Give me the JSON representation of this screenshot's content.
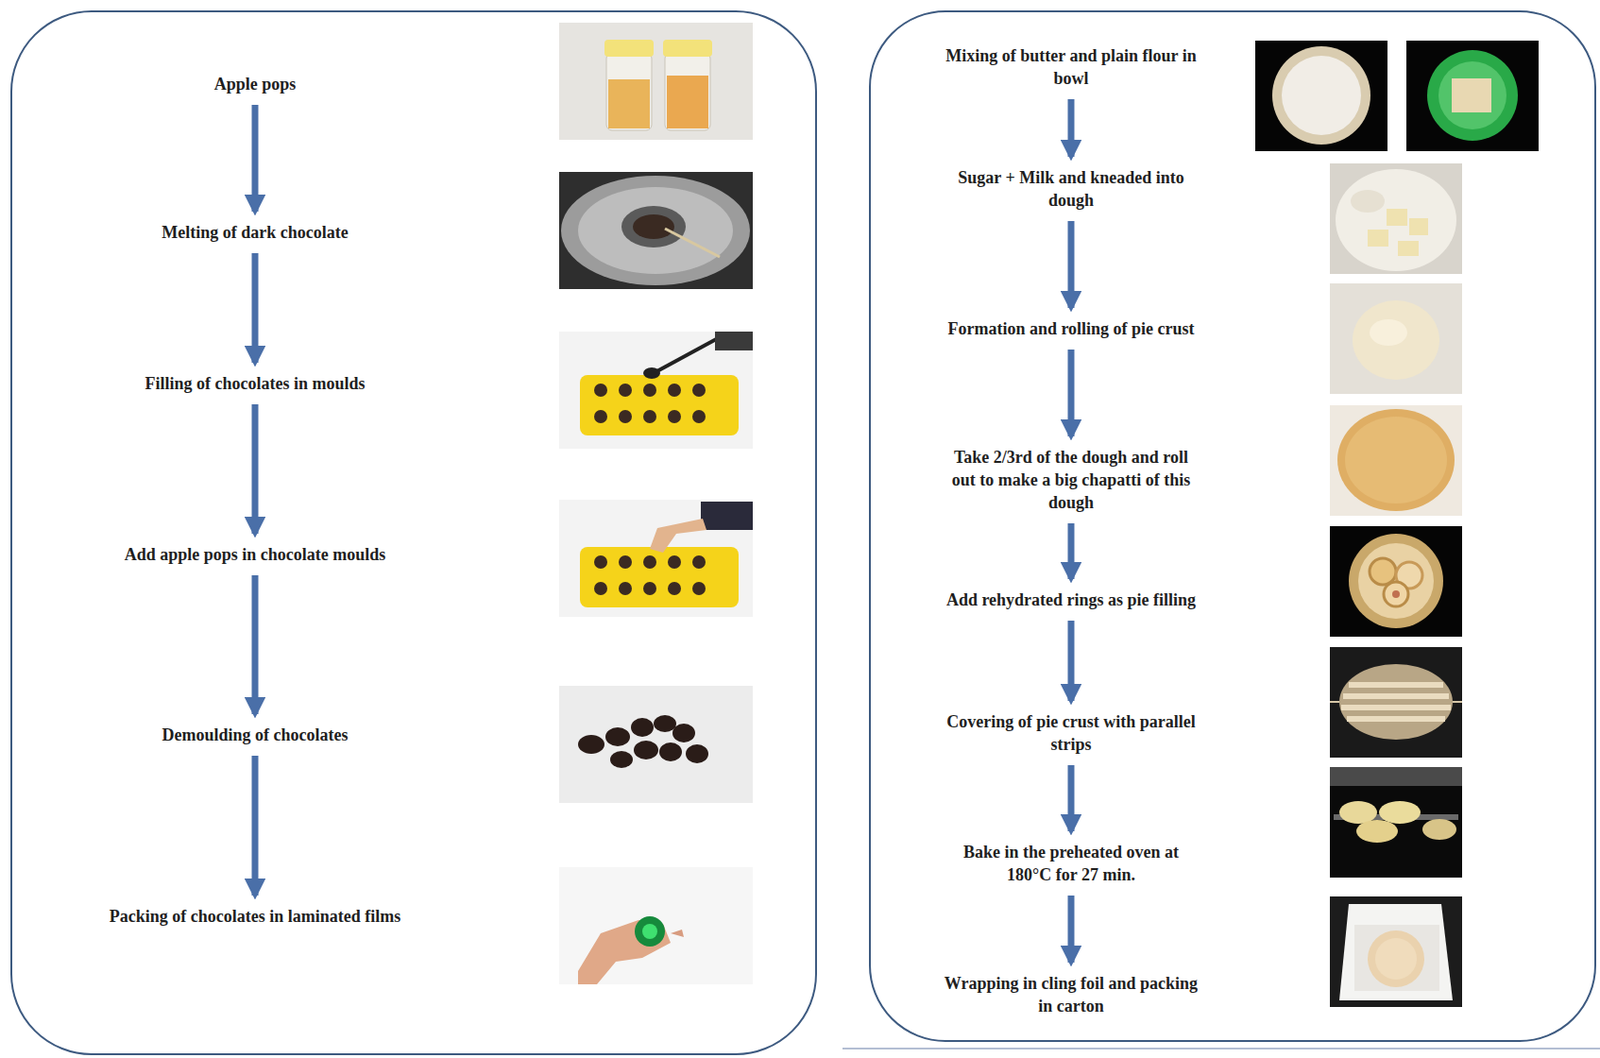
{
  "diagram": {
    "nodes": [
      {
        "text": [
          "Apple pops"
        ]
      },
      {
        "text": [
          "Melting of dark chocolate"
        ]
      },
      {
        "text": [
          "Filling of chocolates in moulds"
        ]
      },
      {
        "text": [
          "Add apple pops in chocolate moulds"
        ]
      },
      {
        "text": [
          "Demoulding of chocolates"
        ]
      },
      {
        "text": [
          "Packing of chocolates in laminated films"
        ]
      },
      {
        "text": [
          "Mixing of butter and plain flour in bowl"
        ]
      },
      {
        "text": [
          "Sugar + Milk and kneaded into dough"
        ]
      },
      {
        "text": [
          "Formation and rolling of pie crust"
        ]
      },
      {
        "text": [
          "Take 2/3rd of the dough and roll out to make a big chapatti of this dough"
        ]
      },
      {
        "text": [
          "Add rehydrated rings as pie filling"
        ]
      },
      {
        "text": [
          "Covering of pie crust with parallel strips"
        ]
      },
      {
        "text": [
          "Bake in the preheated oven at 180°C for 27 min."
        ]
      },
      {
        "text": [
          "Wrapping in cling foil and packing in carton"
        ]
      }
    ],
    "edges": [
      {
        "from": 0,
        "to": 1,
        "arrow": "to"
      },
      {
        "from": 1,
        "to": 2,
        "arrow": "to"
      },
      {
        "from": 2,
        "to": 3,
        "arrow": "to"
      },
      {
        "from": 3,
        "to": 4,
        "arrow": "to"
      },
      {
        "from": 4,
        "to": 5,
        "arrow": "to"
      },
      {
        "from": 6,
        "to": 7,
        "arrow": "to"
      },
      {
        "from": 7,
        "to": 8,
        "arrow": "to"
      },
      {
        "from": 8,
        "to": 9,
        "arrow": "to"
      },
      {
        "from": 9,
        "to": 10,
        "arrow": "to"
      },
      {
        "from": 10,
        "to": 11,
        "arrow": "to"
      },
      {
        "from": 11,
        "to": 12,
        "arrow": "to"
      },
      {
        "from": 12,
        "to": 13,
        "arrow": "to"
      }
    ]
  }
}
